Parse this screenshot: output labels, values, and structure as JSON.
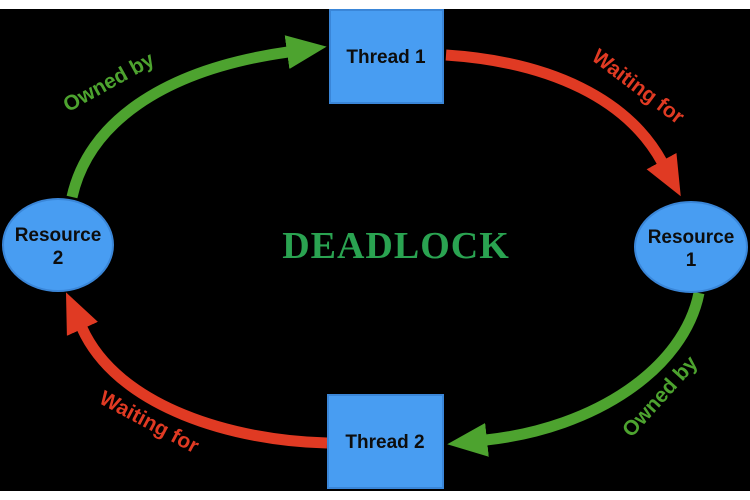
{
  "diagram": {
    "title": "DEADLOCK",
    "colors": {
      "page": "#ffffff",
      "background": "#000000",
      "node_blue": "#489df2",
      "node_border": "#3a86d8",
      "node_text": "#0d0d0d",
      "arrow_green": "#4da32f",
      "arrow_red": "#e03a23",
      "title_green": "#2aa351"
    },
    "nodes": {
      "thread1": {
        "label": "Thread 1",
        "shape": "square"
      },
      "thread2": {
        "label": "Thread 2",
        "shape": "square"
      },
      "resource1": {
        "line1": "Resource",
        "line2": "1",
        "shape": "ellipse"
      },
      "resource2": {
        "line1": "Resource",
        "line2": "2",
        "shape": "ellipse"
      }
    },
    "edges": [
      {
        "label": "Owned by",
        "from": "Resource 2",
        "to": "Thread 1",
        "relation": "owned-by",
        "color": "green"
      },
      {
        "label": "Waiting for",
        "from": "Thread 1",
        "to": "Resource 1",
        "relation": "waiting-for",
        "color": "red"
      },
      {
        "label": "Owned by",
        "from": "Resource 1",
        "to": "Thread 2",
        "relation": "owned-by",
        "color": "green"
      },
      {
        "label": "Waiting for",
        "from": "Thread 2",
        "to": "Resource 2",
        "relation": "waiting-for",
        "color": "red"
      }
    ]
  }
}
